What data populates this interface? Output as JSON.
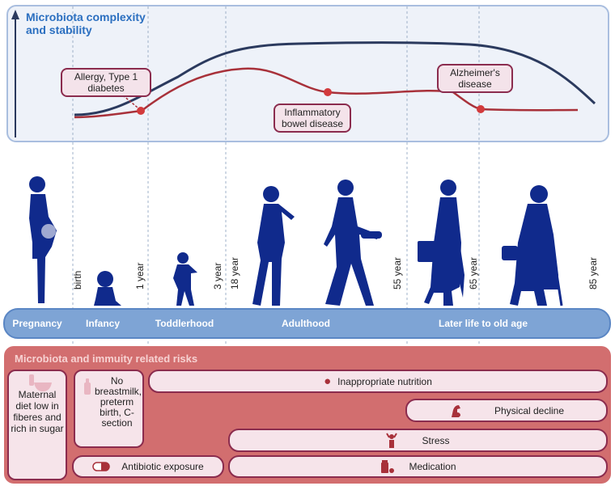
{
  "y_axis_title": "Microbiota complexity and stability",
  "callouts": {
    "allergy": "Allergy, Type 1 diabetes",
    "ibd": "Inflammatory bowel disease",
    "alzheimers": "Alzheimer's disease"
  },
  "timeline_ticks": [
    "birth",
    "1 year",
    "3 year",
    "18 year",
    "55 year",
    "65 year",
    "85 year"
  ],
  "stages": [
    "Pregnancy",
    "Infancy",
    "Toddlerhood",
    "Adulthood",
    "Later life to old age"
  ],
  "risks": {
    "title": "Microbiota and immuity related risks",
    "maternal": "Maternal diet low in fiberes and rich in sugar",
    "no_breastmilk": "No breastmilk, preterm birth, C-section",
    "nutrition": "Inappropriate nutrition",
    "physical": "Physical decline",
    "stress": "Stress",
    "antibiotic": "Antibiotic exposure",
    "medication": "Medication"
  },
  "colors": {
    "complexity_curve": "#2b3a5e",
    "stability_curve": "#a8313a",
    "figure": "#102a8c",
    "stage_bar": "#7ea4d5",
    "risk_panel": "#d26e6f",
    "title_blue": "#2b6fc0"
  },
  "icons": [
    "baby-bottle-icon",
    "bowl-icon",
    "apple-icon",
    "muscle-icon",
    "stress-person-icon",
    "pill-icon",
    "medication-icon"
  ]
}
